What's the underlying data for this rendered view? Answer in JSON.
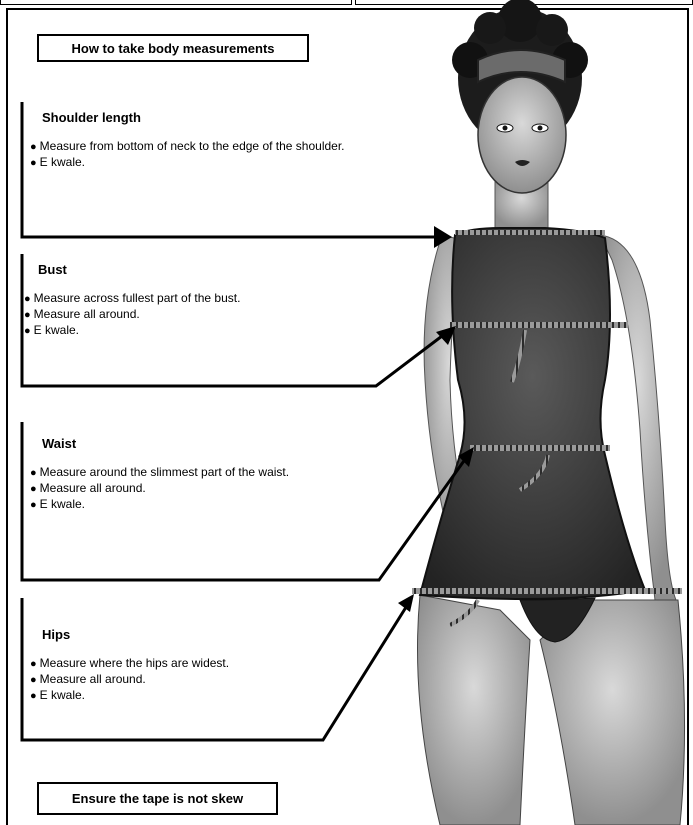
{
  "title": "How to take body measurements",
  "sections": [
    {
      "heading": "Shoulder length",
      "items": [
        "Measure from bottom of neck to the edge of the shoulder.",
        "E kwale."
      ]
    },
    {
      "heading": "Bust",
      "items": [
        "Measure across fullest part of the bust.",
        "Measure all around.",
        "E kwale."
      ]
    },
    {
      "heading": "Waist",
      "items": [
        "Measure around the slimmest part of the waist.",
        "Measure all around.",
        "E kwale."
      ]
    },
    {
      "heading": "Hips",
      "items": [
        "Measure where the hips are widest.",
        "Measure all around.",
        "E kwale."
      ]
    }
  ],
  "footer": "Ensure the tape is not skew"
}
